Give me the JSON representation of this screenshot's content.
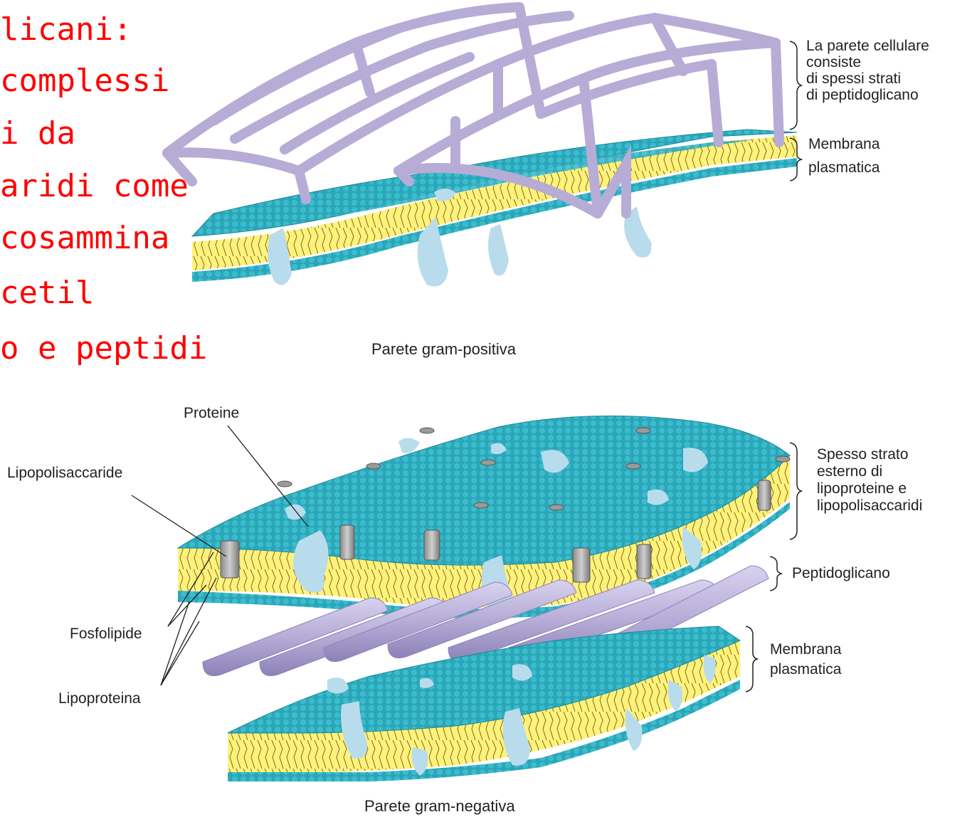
{
  "slide_text": {
    "line1": "licani:",
    "line2": "complessi",
    "line3": "i  da",
    "line4": "aridi come",
    "line5": "cosammina",
    "line6": "cetil",
    "line7": "o e peptidi"
  },
  "gram_positive": {
    "caption": "Parete gram-positiva",
    "wall_label_1": "La parete cellulare",
    "wall_label_2": "consiste",
    "wall_label_3": "di spessi strati",
    "wall_label_4": "di peptidoglicano",
    "membrane_label_1": "Membrana",
    "membrane_label_2": "plasmatica"
  },
  "gram_negative": {
    "caption": "Parete gram-negativa",
    "proteine": "Proteine",
    "lipopolisaccaride": "Lipopolisaccaride",
    "fosfolipide": "Fosfolipide",
    "lipoproteina": "Lipoproteina",
    "outer_label_1": "Spesso strato",
    "outer_label_2": "esterno di",
    "outer_label_3": "lipoproteine e",
    "outer_label_4": "lipopolisaccaridi",
    "peptidoglicano": "Peptidoglicano",
    "membrane_label_1": "Membrana",
    "membrane_label_2": "plasmatica"
  },
  "colors": {
    "red_text": "#ff0000",
    "membrane_teal": "#2aa6b8",
    "lipid_yellow": "#fff27a",
    "peptidoglycan_lavender": "#b6acd6",
    "protein_lightblue": "#b9dcec"
  }
}
